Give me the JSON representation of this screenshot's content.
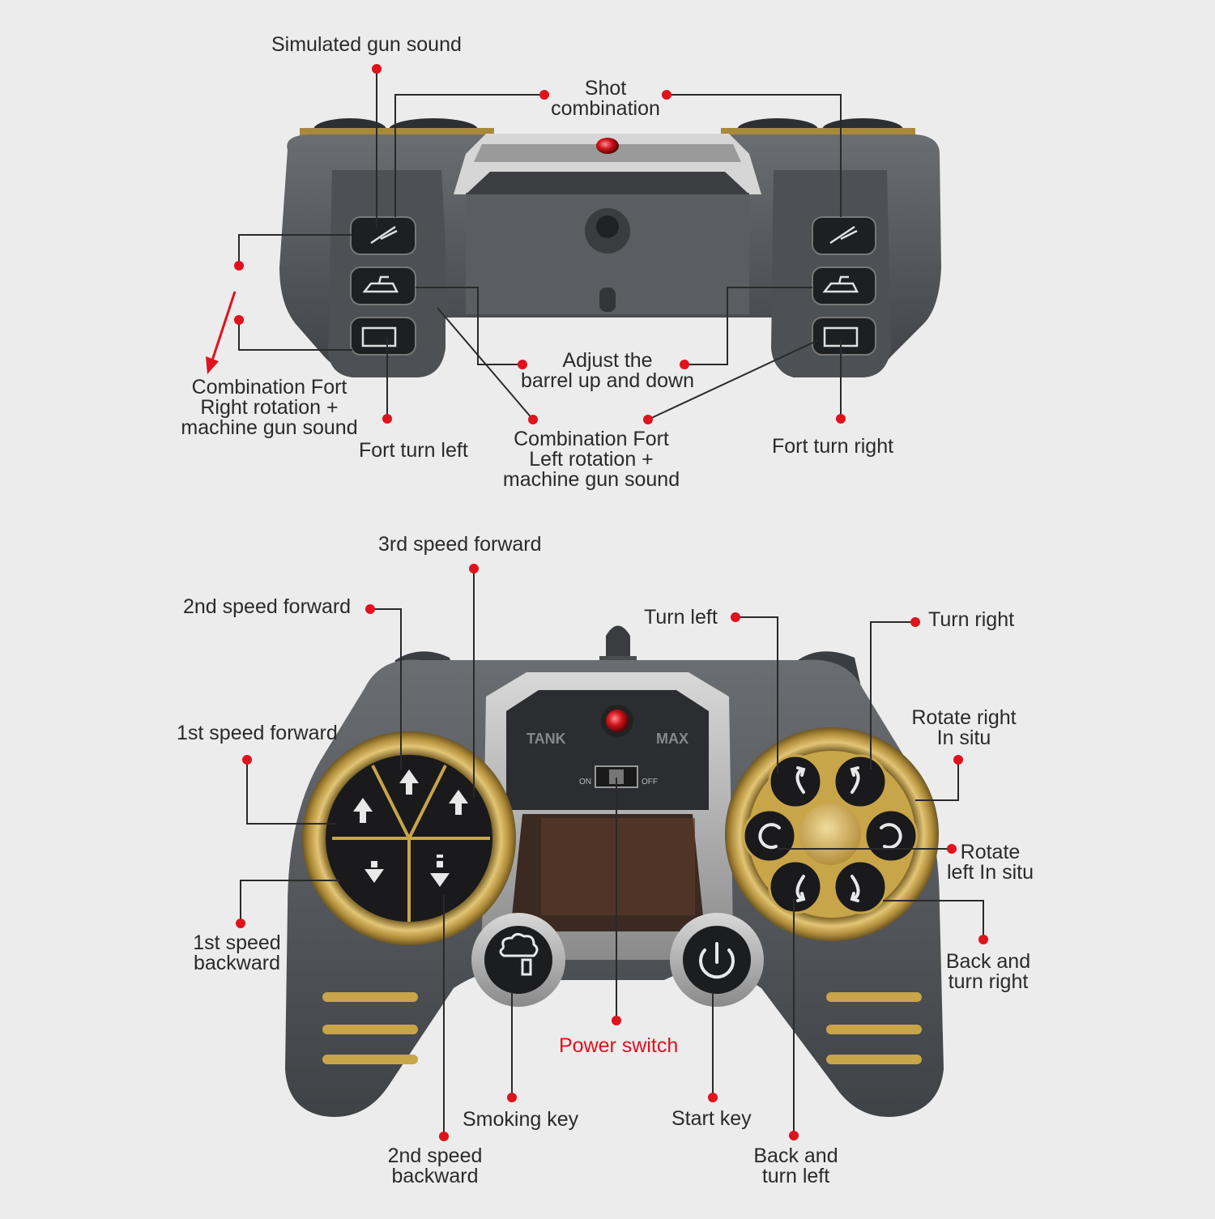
{
  "colors": {
    "accent": "#e0121c",
    "gold": "#c9a54a",
    "body": "#55585c",
    "dark": "#2b2d30"
  },
  "top_view": {
    "labels": {
      "simulated_gun_sound": "Simulated gun sound",
      "shot_combination": "Shot\ncombination",
      "adjust_barrel": "Adjust the\nbarrel up and down",
      "combo_right": "Combination Fort\nRight rotation +\nmachine gun sound",
      "fort_turn_left": "Fort turn left",
      "combo_left": "Combination Fort\nLeft rotation +\nmachine gun sound",
      "fort_turn_right": "Fort turn right"
    }
  },
  "front_view": {
    "labels": {
      "speed3_fwd": "3rd speed forward",
      "speed2_fwd": "2nd speed forward",
      "speed1_fwd": "1st speed forward",
      "speed1_back": "1st speed\nbackward",
      "speed2_back": "2nd speed\nbackward",
      "turn_left": "Turn left",
      "turn_right": "Turn right",
      "rotate_right": "Rotate right\nIn situ",
      "rotate_left": "Rotate\nleft In situ",
      "back_turn_right": "Back and\nturn right",
      "back_turn_left": "Back and\nturn left",
      "power_switch": "Power switch",
      "smoking_key": "Smoking key",
      "start_key": "Start key"
    },
    "panel_text": {
      "brand_left": "TANK",
      "brand_right": "MAX",
      "switch_on": "ON",
      "switch_off": "OFF"
    }
  }
}
